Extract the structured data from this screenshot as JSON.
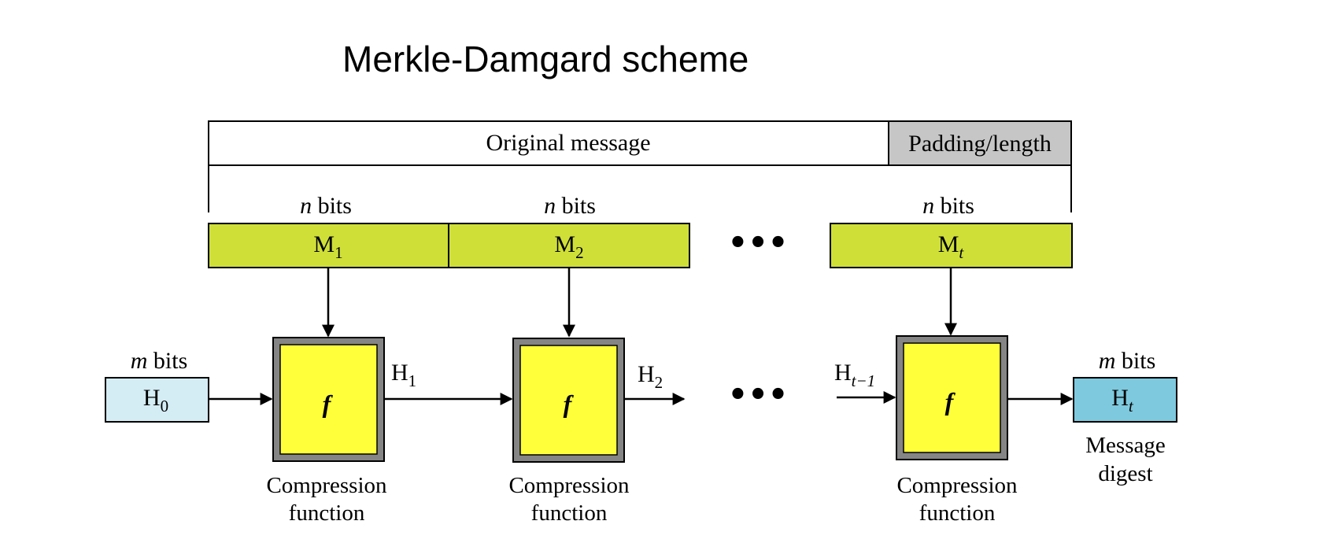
{
  "title": "Merkle-Damgard scheme",
  "colors": {
    "block": "#cfdf38",
    "compression_inner": "#ffff3a",
    "compression_frame": "#858585",
    "h0": "#d4ecf4",
    "ht": "#7ec9dd",
    "padding": "#c6c6c6"
  },
  "message_bar": {
    "original_label": "Original message",
    "padding_label": "Padding/length"
  },
  "blocks": [
    {
      "size_var": "n",
      "size_unit": "bits",
      "base": "M",
      "subscript": "1"
    },
    {
      "size_var": "n",
      "size_unit": "bits",
      "base": "M",
      "subscript": "2"
    },
    {
      "size_var": "n",
      "size_unit": "bits",
      "base": "M",
      "subscript": "t"
    }
  ],
  "ellipsis": "•••",
  "compression": {
    "symbol": "f",
    "caption_line1": "Compression",
    "caption_line2": "function"
  },
  "chain": [
    {
      "base": "H",
      "subscript": "1"
    },
    {
      "base": "H",
      "subscript": "2"
    },
    {
      "base": "H",
      "subscript": "t−1"
    }
  ],
  "h0": {
    "size_var": "m",
    "size_unit": "bits",
    "base": "H",
    "subscript": "0"
  },
  "ht": {
    "size_var": "m",
    "size_unit": "bits",
    "base": "H",
    "subscript": "t",
    "caption_line1": "Message",
    "caption_line2": "digest"
  }
}
